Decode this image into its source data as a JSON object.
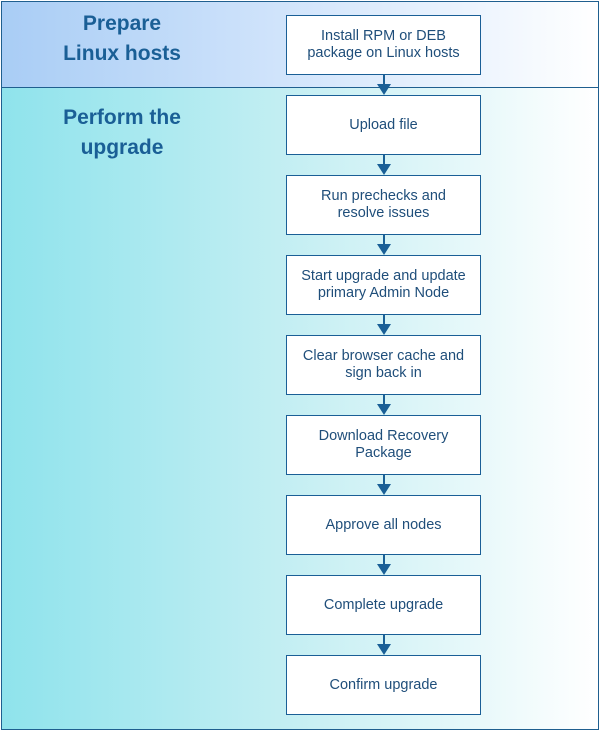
{
  "phases": [
    {
      "title_lines": [
        "Prepare",
        "Linux hosts"
      ]
    },
    {
      "title_lines": [
        "Perform the",
        "upgrade"
      ]
    }
  ],
  "steps": [
    {
      "lines": [
        "Install RPM or DEB",
        "package on Linux hosts"
      ]
    },
    {
      "lines": [
        "Upload file"
      ]
    },
    {
      "lines": [
        "Run prechecks and",
        "resolve issues"
      ]
    },
    {
      "lines": [
        "Start upgrade and update",
        "primary Admin Node"
      ]
    },
    {
      "lines": [
        "Clear browser cache and",
        "sign back in"
      ]
    },
    {
      "lines": [
        "Download Recovery",
        "Package"
      ]
    },
    {
      "lines": [
        "Approve all nodes"
      ]
    },
    {
      "lines": [
        "Complete upgrade"
      ]
    },
    {
      "lines": [
        "Confirm upgrade"
      ]
    }
  ],
  "colors": {
    "title_text": "#1a5f96",
    "step_text": "#1f4e7a",
    "border": "#1a5f96",
    "arrow": "#1a5f96"
  }
}
